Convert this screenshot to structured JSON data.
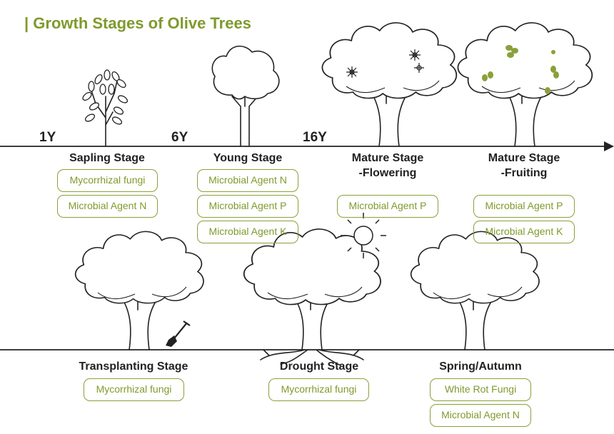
{
  "title": "| Growth Stages of Olive Trees",
  "years": {
    "y1": "1Y",
    "y6": "6Y",
    "y16": "16Y"
  },
  "stages_top": [
    {
      "name": "Sapling Stage",
      "tags": [
        "Mycorrhizal fungi",
        "Microbial Agent N"
      ]
    },
    {
      "name": "Young Stage",
      "tags": [
        "Microbial Agent N",
        "Microbial Agent P",
        "Microbial Agent K"
      ]
    },
    {
      "name": "Mature Stage\n-Flowering",
      "tags": [
        "Microbial Agent P"
      ]
    },
    {
      "name": "Mature Stage\n-Fruiting",
      "tags": [
        "Microbial Agent P",
        "Microbial Agent K"
      ]
    }
  ],
  "stages_bottom": [
    {
      "name": "Transplanting Stage",
      "tags": [
        "Mycorrhizal fungi"
      ]
    },
    {
      "name": "Drought Stage",
      "tags": [
        "Mycorrhizal fungi"
      ]
    },
    {
      "name": "Spring/Autumn",
      "tags": [
        "White Rot Fungi",
        "Microbial Agent N"
      ]
    }
  ],
  "colors": {
    "accent": "#7f9a2d",
    "line": "#222222",
    "fruit": "#8aa03a"
  },
  "icons": [
    "sapling-icon",
    "young-tree-icon",
    "flowering-tree-icon",
    "fruiting-tree-icon",
    "transplant-tree-icon",
    "shovel-icon",
    "drought-tree-icon",
    "sun-icon",
    "spring-tree-icon",
    "timeline-arrow-icon"
  ]
}
